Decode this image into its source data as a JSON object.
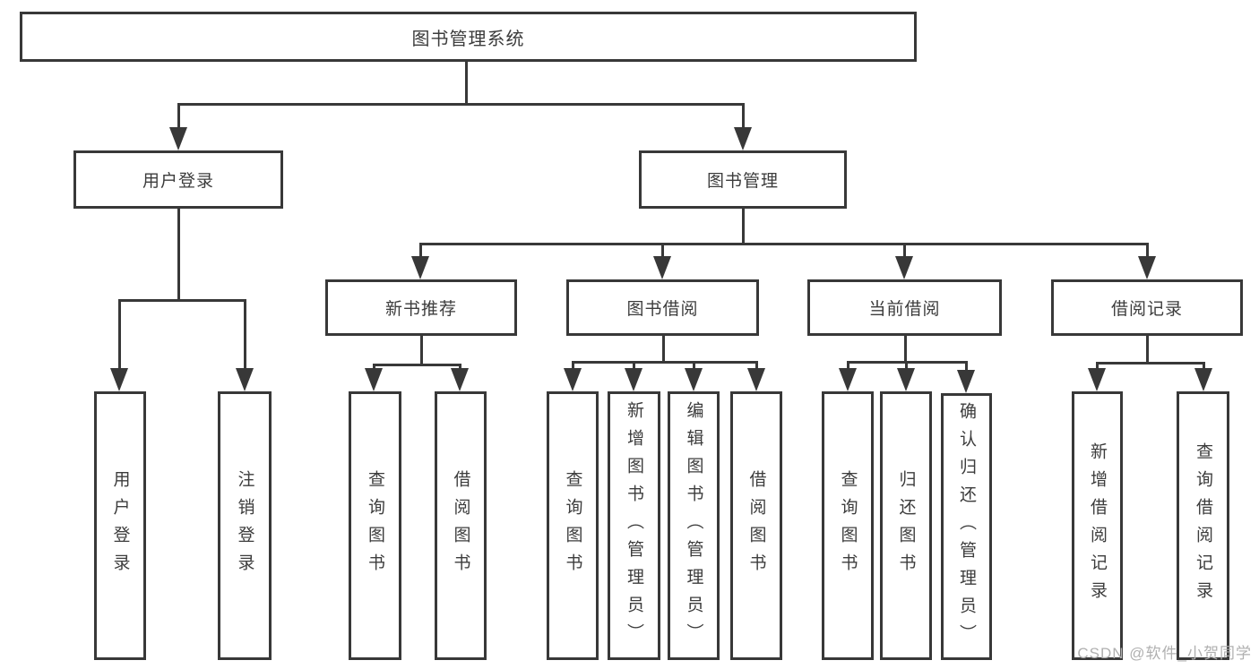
{
  "diagram": {
    "title": "图书管理系统",
    "nodes": {
      "root": "图书管理系统",
      "user_login": "用户登录",
      "book_mgmt": "图书管理",
      "new_book_rec": "新书推荐",
      "book_borrow": "图书借阅",
      "current_borrow": "当前借阅",
      "borrow_record": "借阅记录",
      "ul_user_login": "用户登录",
      "ul_logout": "注销登录",
      "nb_query_book": "查询图书",
      "nb_borrow_book": "借阅图书",
      "bb_query_book": "查询图书",
      "bb_add_book": "新增图书（管理员）",
      "bb_edit_book": "编辑图书（管理员）",
      "bb_borrow_book": "借阅图书",
      "cb_query_book": "查询图书",
      "cb_return_book": "归还图书",
      "cb_confirm_return": "确认归还（管理员）",
      "br_add_record": "新增借阅记录",
      "br_query_record": "查询借阅记录"
    },
    "colors": {
      "line": "#383838",
      "text": "#3c3c3c",
      "background": "#ffffff",
      "watermark": "#b0b0b0"
    },
    "watermark": "CSDN @软件_小贺同学"
  }
}
